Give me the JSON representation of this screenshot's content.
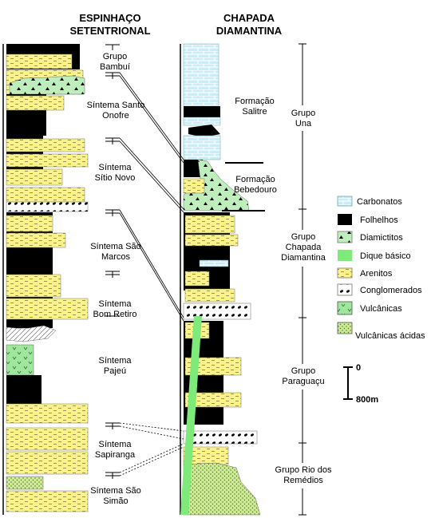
{
  "headers": {
    "left": [
      "ESPINHAÇO",
      "SETENTRIONAL"
    ],
    "right": [
      "CHAPADA",
      "DIAMANTINA"
    ]
  },
  "units_left": [
    {
      "id": "bambui",
      "lines": [
        "Grupo",
        "Bambuí"
      ]
    },
    {
      "id": "santo-onofre",
      "lines": [
        "Síntema Santo",
        "Onofre"
      ]
    },
    {
      "id": "sitio-novo",
      "lines": [
        "Síntema",
        "Sítio Novo"
      ]
    },
    {
      "id": "sao-marcos",
      "lines": [
        "Síntema São",
        "Marcos"
      ]
    },
    {
      "id": "bom-retiro",
      "lines": [
        "Síntema",
        "Bom Retiro"
      ]
    },
    {
      "id": "pajeu",
      "lines": [
        "Síntema",
        "Pajeú"
      ]
    },
    {
      "id": "sapiranga",
      "lines": [
        "Síntema",
        "Sapiranga"
      ]
    },
    {
      "id": "sao-simao",
      "lines": [
        "Síntema São",
        "Simão"
      ]
    }
  ],
  "units_right": [
    {
      "id": "salitre",
      "lines": [
        "Formação",
        "Salitre"
      ]
    },
    {
      "id": "bebedouro",
      "lines": [
        "Formação",
        "Bebedouro"
      ]
    }
  ],
  "groups_right": [
    {
      "id": "una",
      "lines": [
        "Grupo",
        "Una"
      ]
    },
    {
      "id": "chapada-diamantina",
      "lines": [
        "Grupo",
        "Chapada",
        "Diamantina"
      ]
    },
    {
      "id": "paraguacu",
      "lines": [
        "Grupo",
        "Paraguaçu"
      ]
    },
    {
      "id": "rio-dos-remedios",
      "lines": [
        "Grupo Rio dos",
        "Remédios"
      ]
    }
  ],
  "legend": [
    {
      "id": "carbonatos",
      "label": "Carbonatos",
      "fill": "#c9ecf9"
    },
    {
      "id": "folhelhos",
      "label": "Folhelhos",
      "fill": "#000000"
    },
    {
      "id": "diamictitos",
      "label": "Diamictitos",
      "fill": "#bfeebd"
    },
    {
      "id": "dique",
      "label": "Dique básico",
      "fill": "#7eea7a"
    },
    {
      "id": "arenitos",
      "label": "Arenitos",
      "fill": "#fbf38a"
    },
    {
      "id": "conglomerados",
      "label": "Conglomerados",
      "fill": "#ffffff"
    },
    {
      "id": "vulcanicas",
      "label": "Vulcânicas",
      "fill": "#9fe79c"
    },
    {
      "id": "vulcanicas-acidas",
      "label": "Vulcânicas ácidas",
      "fill": "#cdeb95"
    }
  ],
  "scale": {
    "top": "0",
    "bottom": "800m"
  }
}
